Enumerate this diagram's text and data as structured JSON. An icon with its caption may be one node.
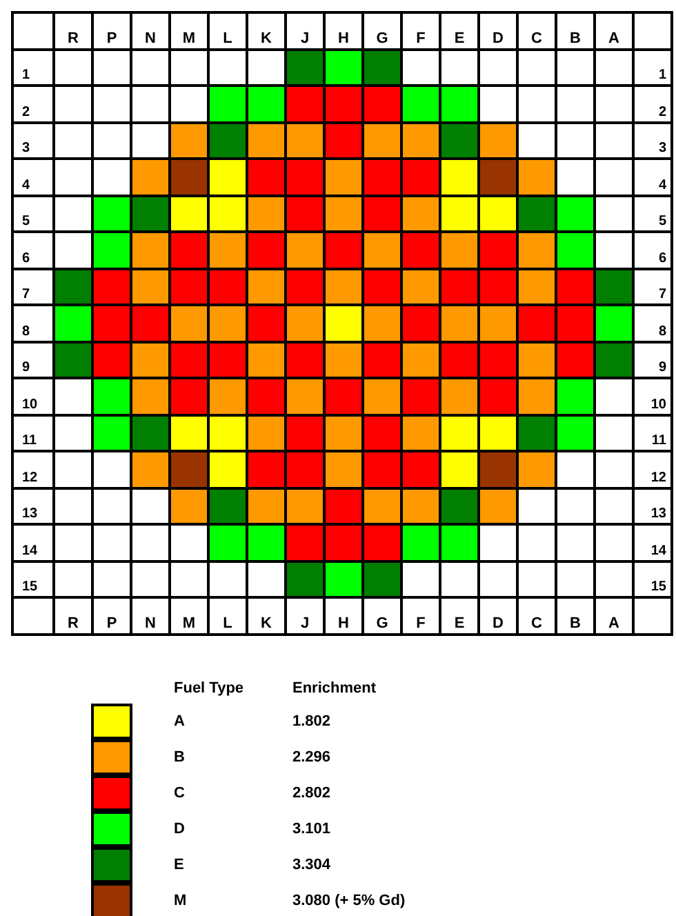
{
  "diagram": {
    "labels": [
      "R",
      "P",
      "N",
      "M",
      "L",
      "K",
      "J",
      "H",
      "G",
      "F",
      "E",
      "D",
      "C",
      "B",
      "A",
      "1",
      "1",
      "2",
      "2",
      "3",
      "3",
      "4",
      "4",
      "5",
      "5",
      "6",
      "6",
      "7",
      "7",
      "8",
      "8",
      "9",
      "9",
      "10",
      "10",
      "11",
      "11",
      "12",
      "12",
      "13",
      "13",
      "14",
      "14",
      "15",
      "15",
      "R",
      "P",
      "N",
      "M",
      "L",
      "K",
      "J",
      "H",
      "G",
      "F",
      "E",
      "D",
      "C",
      "B",
      "A",
      "Fuel Type",
      "Enrichment",
      "1.802",
      "2.296",
      "2.802",
      "3.101",
      "3.304",
      "3.080 (+ 5% Gd)"
    ],
    "legend": [
      {
        "text": "A",
        "color": "#ffff00"
      },
      {
        "text": "B",
        "color": "#ff9900"
      },
      {
        "text": "C",
        "color": "#ff0000"
      },
      {
        "text": "D",
        "color": "#00ff00"
      },
      {
        "text": "E",
        "color": "#007f00"
      },
      {
        "text": "M",
        "color": "#993300"
      }
    ]
  }
}
